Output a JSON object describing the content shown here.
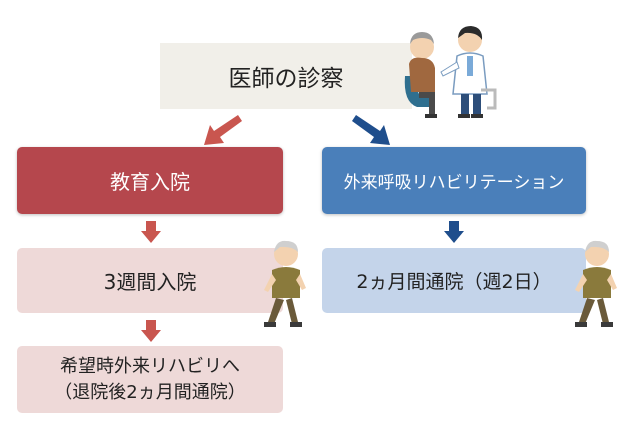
{
  "top": {
    "label": "医師の診察"
  },
  "left": {
    "header": "教育入院",
    "step": "3週間入院",
    "final_line1": "希望時外来リハビリへ",
    "final_line2": "（退院後2ヵ月間通院）"
  },
  "right": {
    "header": "外来呼吸リハビリテーション",
    "step": "2ヵ月間通院（週2日）"
  },
  "colors": {
    "red_header": "#b5474d",
    "blue_header": "#4a7fba",
    "pink_box": "#eed9d8",
    "light_blue_box": "#c4d4ea",
    "top_box": "#f1efe9"
  }
}
